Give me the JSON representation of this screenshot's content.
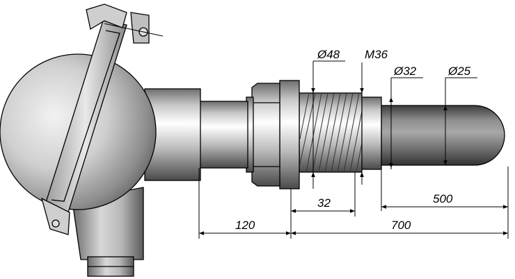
{
  "drawing": {
    "labels": {
      "d_flange": "Ø48",
      "thread": "M36",
      "d_body": "Ø32",
      "d_probe": "Ø25"
    },
    "dimensions": {
      "thread_length": "32",
      "probe_length": "500",
      "neck_length": "120",
      "total_length": "700"
    }
  },
  "colors": {
    "metal_light": "#ffffff",
    "metal_mid": "#bdbdbd",
    "metal_dark": "#4a4a4a",
    "outline": "#000000"
  }
}
